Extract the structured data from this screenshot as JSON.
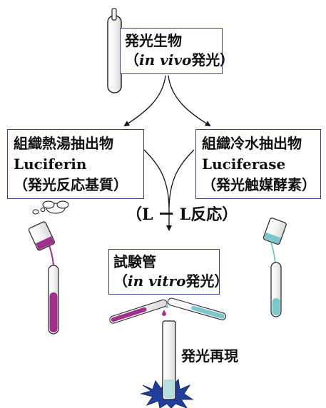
{
  "organism_box": {
    "line1": "発光生物",
    "line2_open": "（",
    "line2_italic": "in vivo",
    "line2_rest": "発光）"
  },
  "left_box": {
    "line1": "組織熱湯抽出物",
    "line2": "Luciferin",
    "line3": "（発光反応基質）"
  },
  "right_box": {
    "line1": "組織冷水抽出物",
    "line2": "Luciferase",
    "line3": "（発光触媒酵素）"
  },
  "reaction_label": "（L ー L反応）",
  "tube_box": {
    "line1": "試験管",
    "line2_open": "（",
    "line2_italic": "in vitro",
    "line2_rest": "発光）"
  },
  "result_label": "発光再現",
  "colors": {
    "box_border": "#3b3f8f",
    "luciferin_liquid": "#a0308a",
    "luciferase_liquid": "#79c8cc",
    "flash": "#1f3f9a",
    "arrow": "#111111"
  }
}
